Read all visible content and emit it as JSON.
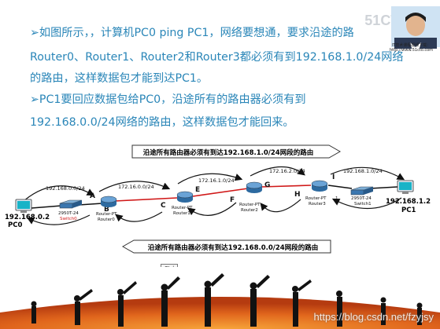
{
  "watermark": "51CTO学院",
  "portrait_caption": "IT技术课程视频下载：\nhttp://www.51cto.com",
  "para1": {
    "marker": "➢",
    "line1": "如图所示，，计算机PC0 ping PC1，网络要想通，要求沿途的路",
    "line2": "Router0、Router1、Router2和Router3都必须有到192.168.1.0/24网络",
    "line3": "的路由，这样数据包才能到达PC1。"
  },
  "para2": {
    "marker": "➢",
    "line1": "PC1要回应数据包给PC0，沿途所有的路由器必须有到",
    "line2": "192.168.0.0/24网络的路由，这样数据包才能回来。"
  },
  "diagram": {
    "top_banner": "沿途所有路由器必须有到达192.168.1.0/24网段的路由",
    "bottom_banner": "沿途所有路由器必须有到达192.168.0.0/24网段的路由",
    "link_labels": [
      "192.168.0.0/24",
      "172.16.0.0/24",
      "172.16.1.0/24",
      "172.16.2.0/24",
      "192.168.1.0/24"
    ],
    "point_letters": [
      "A",
      "B",
      "C",
      "E",
      "F",
      "G",
      "H",
      "I"
    ],
    "pc0_ip": "192.168.0.2",
    "pc0_name": "PC0",
    "pc1_ip": "192.168.1.2",
    "pc1_name": "PC1",
    "switch0_model": "2950T-24",
    "switch0_name": "Switch0",
    "switch1_model": "2950T-24",
    "switch1_name": "Switch1",
    "router_model": "Router-PT",
    "router0_name": "Router0",
    "router1_name": "Router1",
    "router2_name": "Router2",
    "router3_name": "Router3",
    "router3_extra": "1"
  },
  "ctrl_badge": "Ctrl",
  "credit": "https://blog.csdn.net/fzyjsy"
}
